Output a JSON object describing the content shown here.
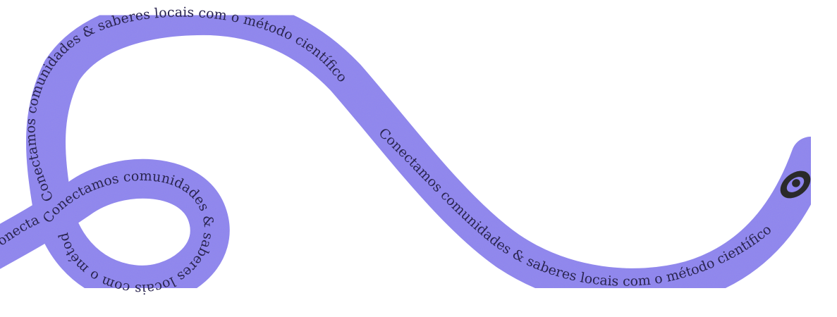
{
  "ribbon": {
    "color": "#8d84ef",
    "text_color": "#2a2550",
    "segments": [
      {
        "text": "Conectamos comunidades & saberes locais com o método científico"
      },
      {
        "text": "Conectamos comunidades & saberes locais com o método científico"
      },
      {
        "text": "Conectamos comunidades & saberes locais com o método científico"
      }
    ]
  },
  "logo": {
    "icon": "eye-logo-icon",
    "color": "#2a2a2a"
  }
}
